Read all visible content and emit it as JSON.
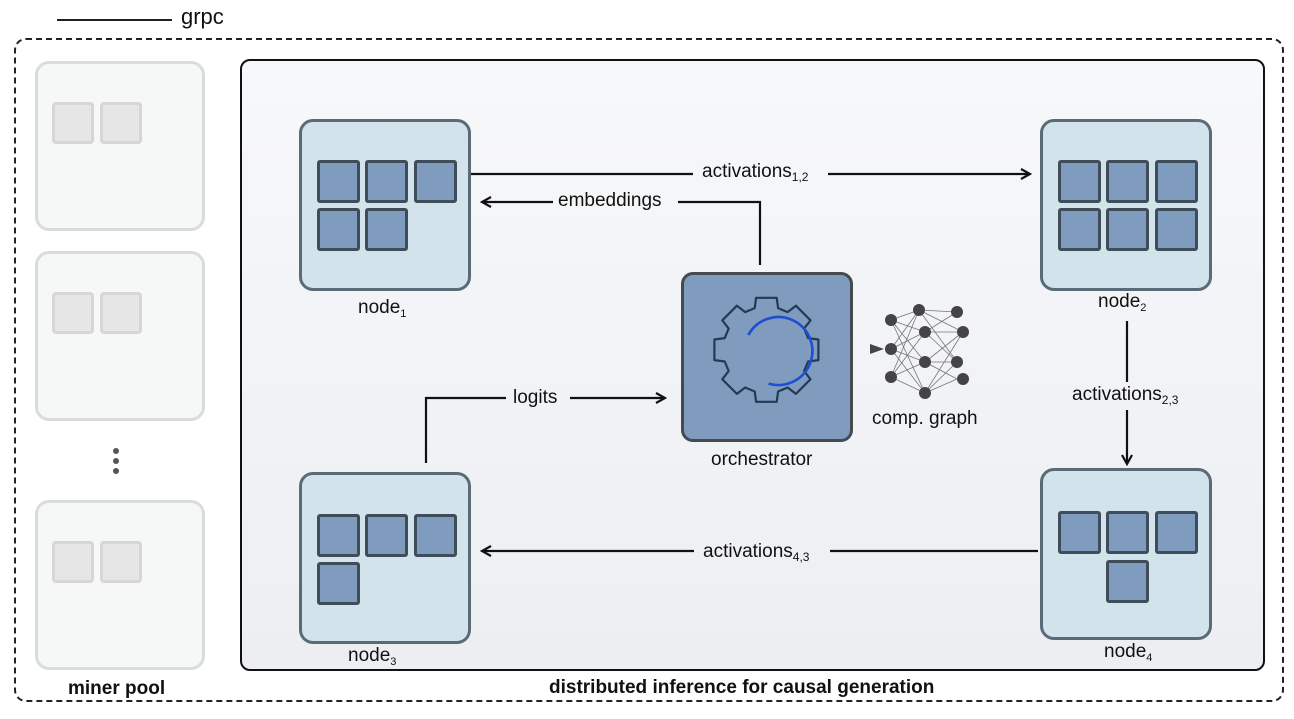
{
  "legend": {
    "label": "grpc"
  },
  "miner_pool": {
    "label": "miner pool",
    "ellipsis": "⋮"
  },
  "main": {
    "title": "distributed inference for causal generation"
  },
  "nodes": {
    "node1": {
      "name": "node",
      "sub": "1"
    },
    "node2": {
      "name": "node",
      "sub": "2"
    },
    "node3": {
      "name": "node",
      "sub": "3"
    },
    "node4": {
      "name": "node",
      "sub": "4"
    }
  },
  "orchestrator": {
    "label": "orchestrator"
  },
  "comp_graph": {
    "label": "comp. graph"
  },
  "edges": {
    "a12": {
      "text": "activations",
      "sub": "1,2"
    },
    "embeddings": {
      "text": "embeddings"
    },
    "a23": {
      "text": "activations",
      "sub": "2,3"
    },
    "logits": {
      "text": "logits"
    },
    "a43": {
      "text": "activations",
      "sub": "4,3"
    }
  },
  "colors": {
    "node_fill": "#d3e3ec",
    "chip_fill": "#7f9bbd",
    "orchestrator_fill": "#7f9bbd",
    "gear_arc": "#1f4ecf"
  }
}
